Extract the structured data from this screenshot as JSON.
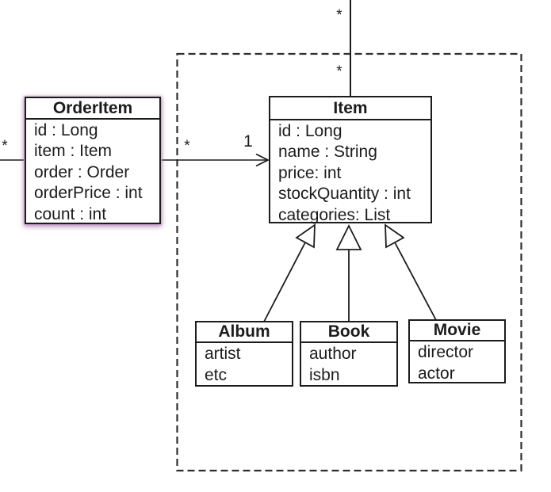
{
  "diagram": {
    "classes": {
      "order_item": {
        "name": "OrderItem",
        "attributes": [
          "id : Long",
          "item : Item",
          "order : Order",
          "orderPrice : int",
          "count : int"
        ]
      },
      "item": {
        "name": "Item",
        "attributes": [
          "id : Long",
          "name : String",
          "price: int",
          "stockQuantity : int",
          "categories: List"
        ]
      },
      "album": {
        "name": "Album",
        "attributes": [
          "artist",
          "etc"
        ]
      },
      "book": {
        "name": "Book",
        "attributes": [
          "author",
          "isbn"
        ]
      },
      "movie": {
        "name": "Movie",
        "attributes": [
          "director",
          "actor"
        ]
      }
    },
    "labels": {
      "order_side_many": "*",
      "orderitem_side_many": "*",
      "item_side_one": "1",
      "category_top_many": "*",
      "category_inner_many": "*"
    },
    "colors": {
      "line": "#1c1c1c",
      "dashed_boundary": "#2e2e2e",
      "selection_glow": "#a86ca8",
      "background": "#ffffff"
    }
  }
}
